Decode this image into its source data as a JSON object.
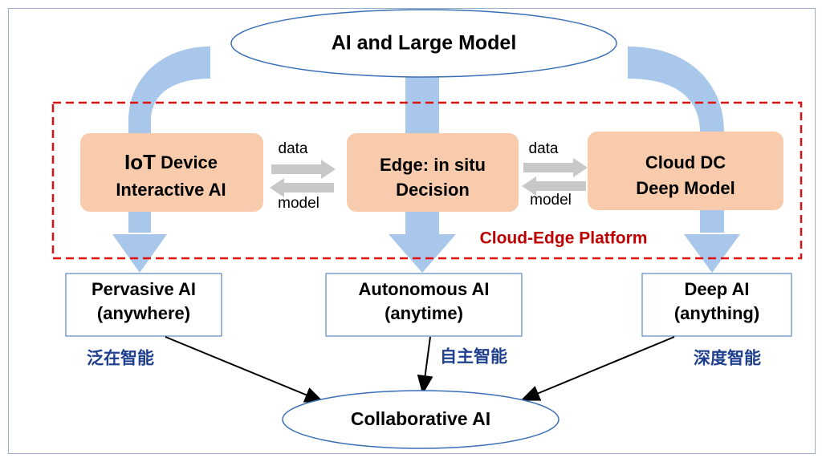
{
  "title": "AI and Large Model",
  "platform_label": "Cloud-Edge Platform",
  "nodes": {
    "iot": {
      "line1_big": "IoT",
      "line1_rest": " Device",
      "line2": "Interactive AI"
    },
    "edge": {
      "line1": "Edge: in situ",
      "line2": "Decision"
    },
    "cloud": {
      "line1": "Cloud DC",
      "line2": "Deep Model"
    }
  },
  "flow_labels": {
    "left_data": "data",
    "left_model": "model",
    "right_data": "data",
    "right_model": "model"
  },
  "outcomes": {
    "pervasive": {
      "line1": "Pervasive AI",
      "line2": "(anywhere)",
      "cn": "泛在智能"
    },
    "autonomous": {
      "line1": "Autonomous AI",
      "line2": "(anytime)",
      "cn": "自主智能"
    },
    "deep": {
      "line1": "Deep AI",
      "line2": "(anything)",
      "cn": "深度智能"
    }
  },
  "bottom": "Collaborative AI",
  "colors": {
    "blue_arrow": "#a9c7ea",
    "node_fill": "#f8cbad",
    "platform_border": "#e01010",
    "cn_text": "#1f3f8f",
    "gray_arrow": "#c8c8c8",
    "ellipse_stroke": "#3a6fb5"
  }
}
